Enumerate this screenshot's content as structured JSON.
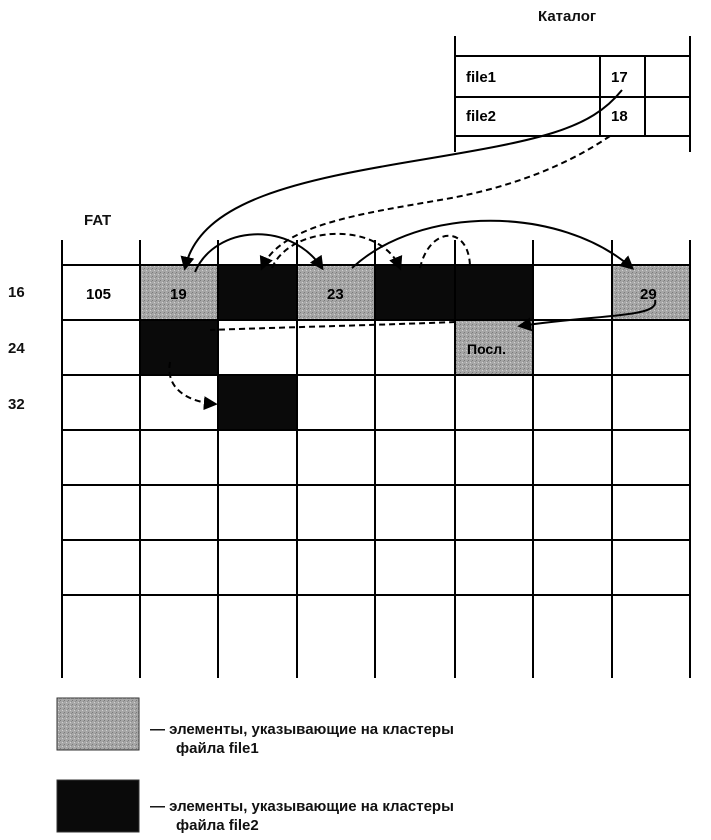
{
  "catalog": {
    "title": "Каталог",
    "rows": [
      {
        "name": "file1",
        "cluster": "17"
      },
      {
        "name": "file2",
        "cluster": "18"
      }
    ]
  },
  "fat": {
    "title": "FAT",
    "row_labels": [
      "16",
      "24",
      "32"
    ],
    "cells": {
      "c16": "105",
      "c17": "19",
      "c19": "23",
      "c23": "29",
      "c29": "Посл."
    }
  },
  "legend": [
    {
      "text": "— элементы, указывающие на кластеры",
      "file_label": "файла file1",
      "color": "#a8a8a8"
    },
    {
      "text": "— элементы, указывающие на кластеры",
      "file_label": "файла file2",
      "color": "#0a0a0a"
    }
  ],
  "colors": {
    "file1": "#a8a8a8",
    "file2": "#0a0a0a",
    "grid": "#000000"
  }
}
